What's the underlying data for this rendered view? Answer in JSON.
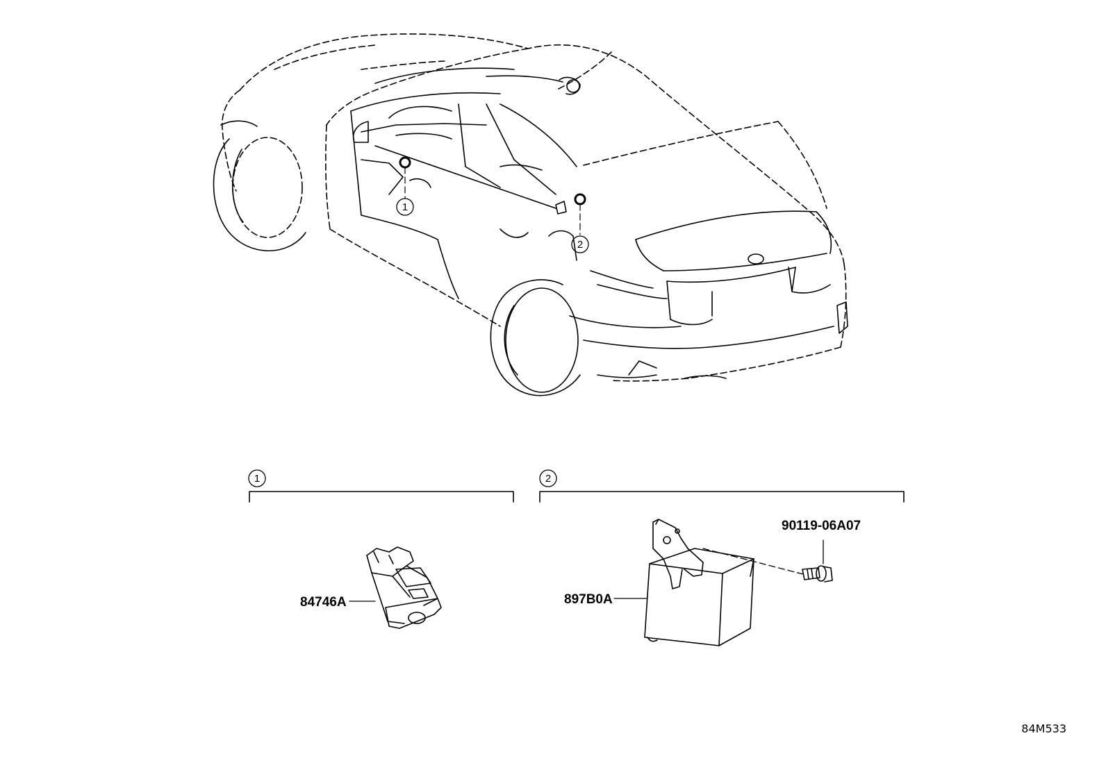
{
  "diagram_code": "84M533",
  "callouts": [
    {
      "number": "1"
    },
    {
      "number": "2"
    }
  ],
  "groups": [
    {
      "number": "1",
      "parts": [
        {
          "part_no": "84746A",
          "icon": "switch-icon"
        }
      ]
    },
    {
      "number": "2",
      "parts": [
        {
          "part_no": "897B0A",
          "icon": "control-module-icon"
        },
        {
          "part_no": "90119-06A07",
          "icon": "bolt-icon"
        }
      ]
    }
  ]
}
